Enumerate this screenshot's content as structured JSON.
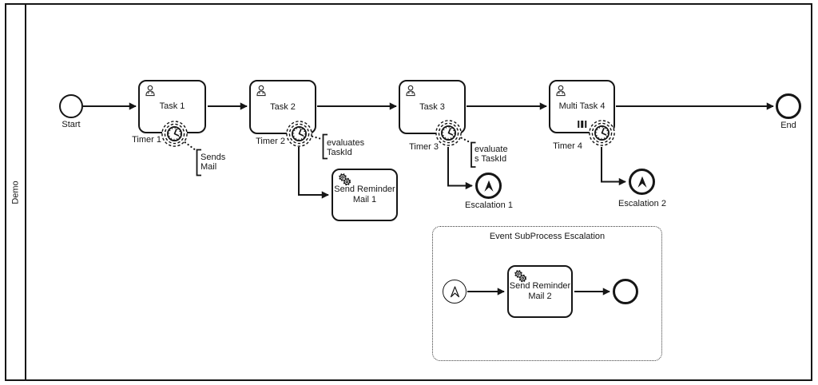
{
  "pool": {
    "label": "Demo"
  },
  "nodes": {
    "start": {
      "label": "Start",
      "kind": "start-event"
    },
    "task1": {
      "label": "Task 1",
      "kind": "user-task"
    },
    "task2": {
      "label": "Task 2",
      "kind": "user-task"
    },
    "task3": {
      "label": "Task 3",
      "kind": "user-task"
    },
    "task4": {
      "label": "Multi Task 4",
      "kind": "user-task",
      "marker": "parallel-multi-instance"
    },
    "timer1": {
      "label": "Timer 1",
      "kind": "timer-boundary-event"
    },
    "timer2": {
      "label": "Timer 2",
      "kind": "timer-boundary-event"
    },
    "timer3": {
      "label": "Timer 3",
      "kind": "timer-boundary-event"
    },
    "timer4": {
      "label": "Timer 4",
      "kind": "timer-boundary-event"
    },
    "reminder1": {
      "label": "Send Reminder Mail 1",
      "kind": "service-task"
    },
    "reminder2": {
      "label": "Send Reminder Mail 2",
      "kind": "service-task"
    },
    "escalation1": {
      "label": "Escalation 1",
      "kind": "escalation-end-event"
    },
    "escalation2": {
      "label": "Escalation 2",
      "kind": "escalation-end-event"
    },
    "end": {
      "label": "End",
      "kind": "end-event"
    },
    "subprocess": {
      "label": "Event SubProcess Escalation",
      "kind": "event-subprocess"
    }
  },
  "annotations": {
    "sends_mail": {
      "lines": [
        "Sends",
        "Mail"
      ]
    },
    "evaluates_1": {
      "lines": [
        "evaluates",
        "TaskId"
      ]
    },
    "evaluates_2": {
      "lines": [
        "evaluate",
        "s TaskId"
      ]
    }
  },
  "icons": {
    "user": "user-icon",
    "service": "gears-icon",
    "timer": "clock-icon",
    "escalation": "escalation-arrow-icon"
  },
  "colors": {
    "stroke": "#161616",
    "background": "#ffffff"
  }
}
